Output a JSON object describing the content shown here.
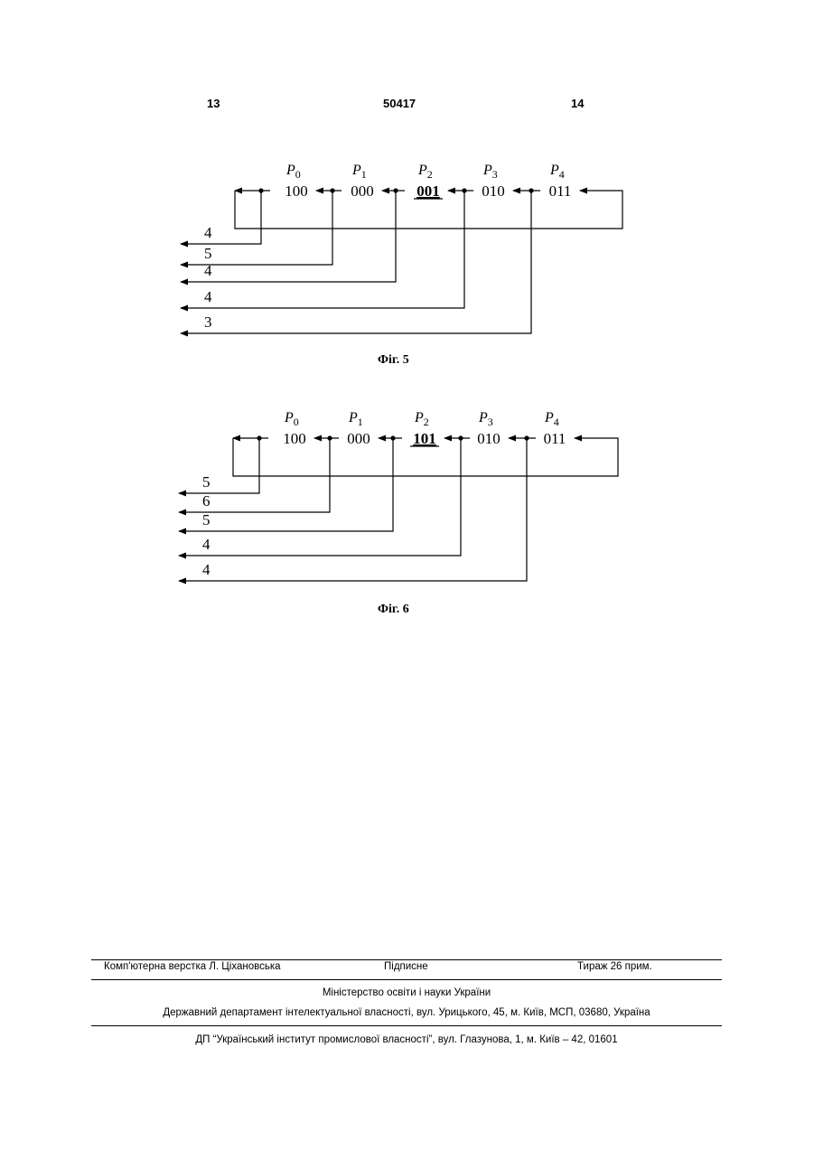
{
  "header": {
    "page_left": "13",
    "patent_number": "50417",
    "page_right": "14"
  },
  "fig5": {
    "processes": [
      {
        "sub": "0",
        "code": "100",
        "bold": false
      },
      {
        "sub": "1",
        "code": "000",
        "bold": false
      },
      {
        "sub": "2",
        "code": "001",
        "bold": true
      },
      {
        "sub": "3",
        "code": "010",
        "bold": false
      },
      {
        "sub": "4",
        "code": "011",
        "bold": false
      }
    ],
    "distances": [
      "4",
      "5",
      "4",
      "4",
      "3"
    ],
    "caption": "Фіг. 5"
  },
  "fig6": {
    "processes": [
      {
        "sub": "0",
        "code": "100",
        "bold": false
      },
      {
        "sub": "1",
        "code": "000",
        "bold": false
      },
      {
        "sub": "2",
        "code": "101",
        "bold": true
      },
      {
        "sub": "3",
        "code": "010",
        "bold": false
      },
      {
        "sub": "4",
        "code": "011",
        "bold": false
      }
    ],
    "distances": [
      "5",
      "6",
      "5",
      "4",
      "4"
    ],
    "caption": "Фіг. 6"
  },
  "footer": {
    "layout_by": "Комп'ютерна верстка Л. Ціхановська",
    "signed": "Підписне",
    "circulation": "Тираж 26 прим.",
    "ministry": "Міністерство освіти і науки України",
    "department": "Державний департамент інтелектуальної власності, вул. Урицького, 45, м. Київ, МСП, 03680, Україна",
    "institute": "ДП “Український інститут промислової власності”, вул. Глазунова, 1, м. Київ – 42, 01601"
  }
}
